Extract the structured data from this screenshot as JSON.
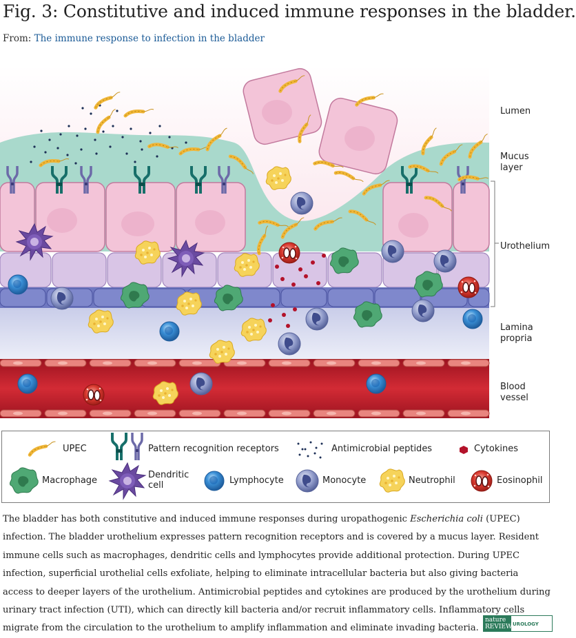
{
  "title": "Fig. 3: Constitutive and induced immune responses in the bladder.",
  "from_label": "From:",
  "from_link": "The immune response to infection in the bladder",
  "regions": {
    "lumen": "Lumen",
    "mucus": "Mucus\nlayer",
    "urothelium": "Urothelium",
    "lamina": "Lamina\npropria",
    "blood": "Blood\nvessel"
  },
  "legend": {
    "upec": "UPEC",
    "prr": "Pattern recognition receptors",
    "amp": "Antimicrobial peptides",
    "cytokines": "Cytokines",
    "macrophage": "Macrophage",
    "dendritic": "Dendritic\ncell",
    "lymphocyte": "Lymphocyte",
    "monocyte": "Monocyte",
    "neutrophil": "Neutrophil",
    "eosinophil": "Eosinophil"
  },
  "caption": {
    "part1": "The bladder has both constitutive and induced immune responses during uropathogenic ",
    "italic": "Escherichia coli",
    "part2": " (UPEC) infection. The bladder urothelium expresses pattern recognition receptors and is covered by a mucus layer. Resident immune cells such as macrophages, dendritic cells and lymphocytes provide additional protection. During UPEC infection, superficial urothelial cells exfoliate, helping to eliminate intracellular bacteria but also giving bacteria access to deeper layers of the urothelium. Antimicrobial peptides and cytokines are produced by the urothelium during urinary tract infection (UTI), which can directly kill bacteria and/or recruit inflammatory cells. Inflammatory cells migrate from the circulation to the urothelium to amplify inflammation and eliminate invading bacteria."
  },
  "logo": {
    "line1": "nature",
    "line2": "REVIEWS",
    "line3": "UROLOGY"
  },
  "colors": {
    "umbrella": "#f3c4d8",
    "intermediate": "#d9c5e6",
    "basal": "#6f78c0",
    "mucus": "#a9d9cc",
    "blood": "#c41e2a",
    "upec": "#f0b638",
    "macrophage": "#4fa874",
    "dendritic": "#6a4aa0",
    "lymphocyte": "#3a8fd6",
    "monocyte": "#8d98c8",
    "neutrophil": "#f6d35a",
    "eosinophil": "#d8382e"
  }
}
